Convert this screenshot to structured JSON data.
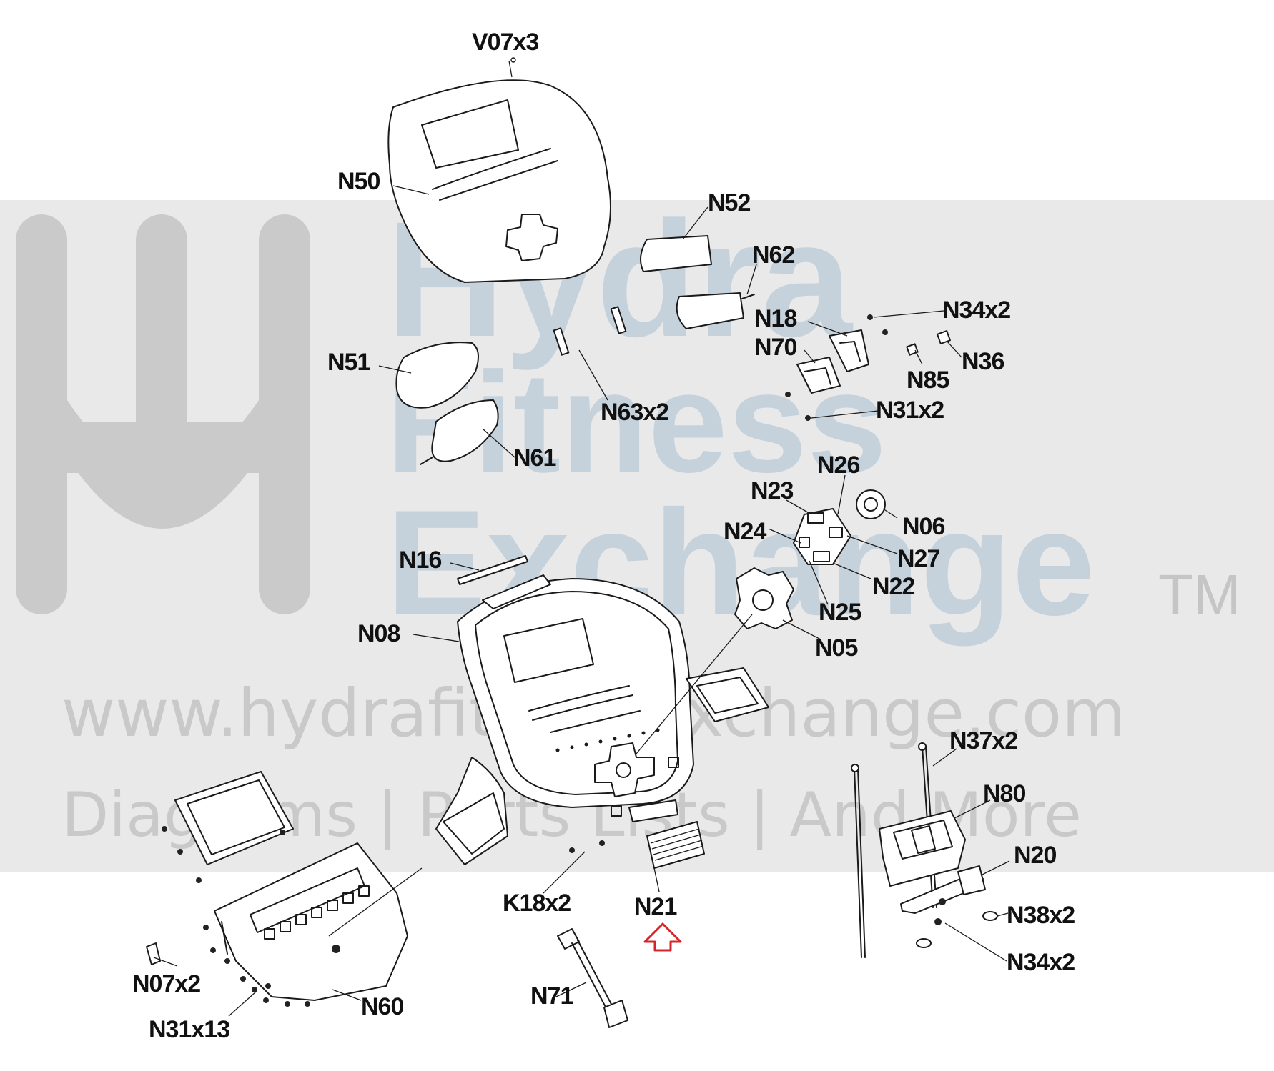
{
  "watermark": {
    "brand_line_1": "Hydra",
    "brand_line_2": "Fitness",
    "brand_line_3": "Exchange",
    "trademark": "TM",
    "url": "www.hydrafitnessexchange.com",
    "tagline": "Diagrams | Parts Lists | And More",
    "band_color": "#e9e9e9"
  },
  "labels": {
    "V07x3": "V07x3",
    "N50": "N50",
    "N52": "N52",
    "N62": "N62",
    "N34x2_top": "N34x2",
    "N18": "N18",
    "N70": "N70",
    "N36": "N36",
    "N85": "N85",
    "N31x2": "N31x2",
    "N51": "N51",
    "N63x2": "N63x2",
    "N61": "N61",
    "N26": "N26",
    "N23": "N23",
    "N06": "N06",
    "N24": "N24",
    "N27": "N27",
    "N22": "N22",
    "N16": "N16",
    "N25": "N25",
    "N08": "N08",
    "N05": "N05",
    "N37x2": "N37x2",
    "N80": "N80",
    "N20": "N20",
    "K18x2": "K18x2",
    "N21": "N21",
    "N38x2": "N38x2",
    "N34x2_bottom": "N34x2",
    "N07x2": "N07x2",
    "N71": "N71",
    "N60": "N60",
    "N31x13": "N31x13"
  },
  "highlight": {
    "target": "N21",
    "arrow_icon": "up-arrow-icon",
    "color": "#d6242a"
  }
}
